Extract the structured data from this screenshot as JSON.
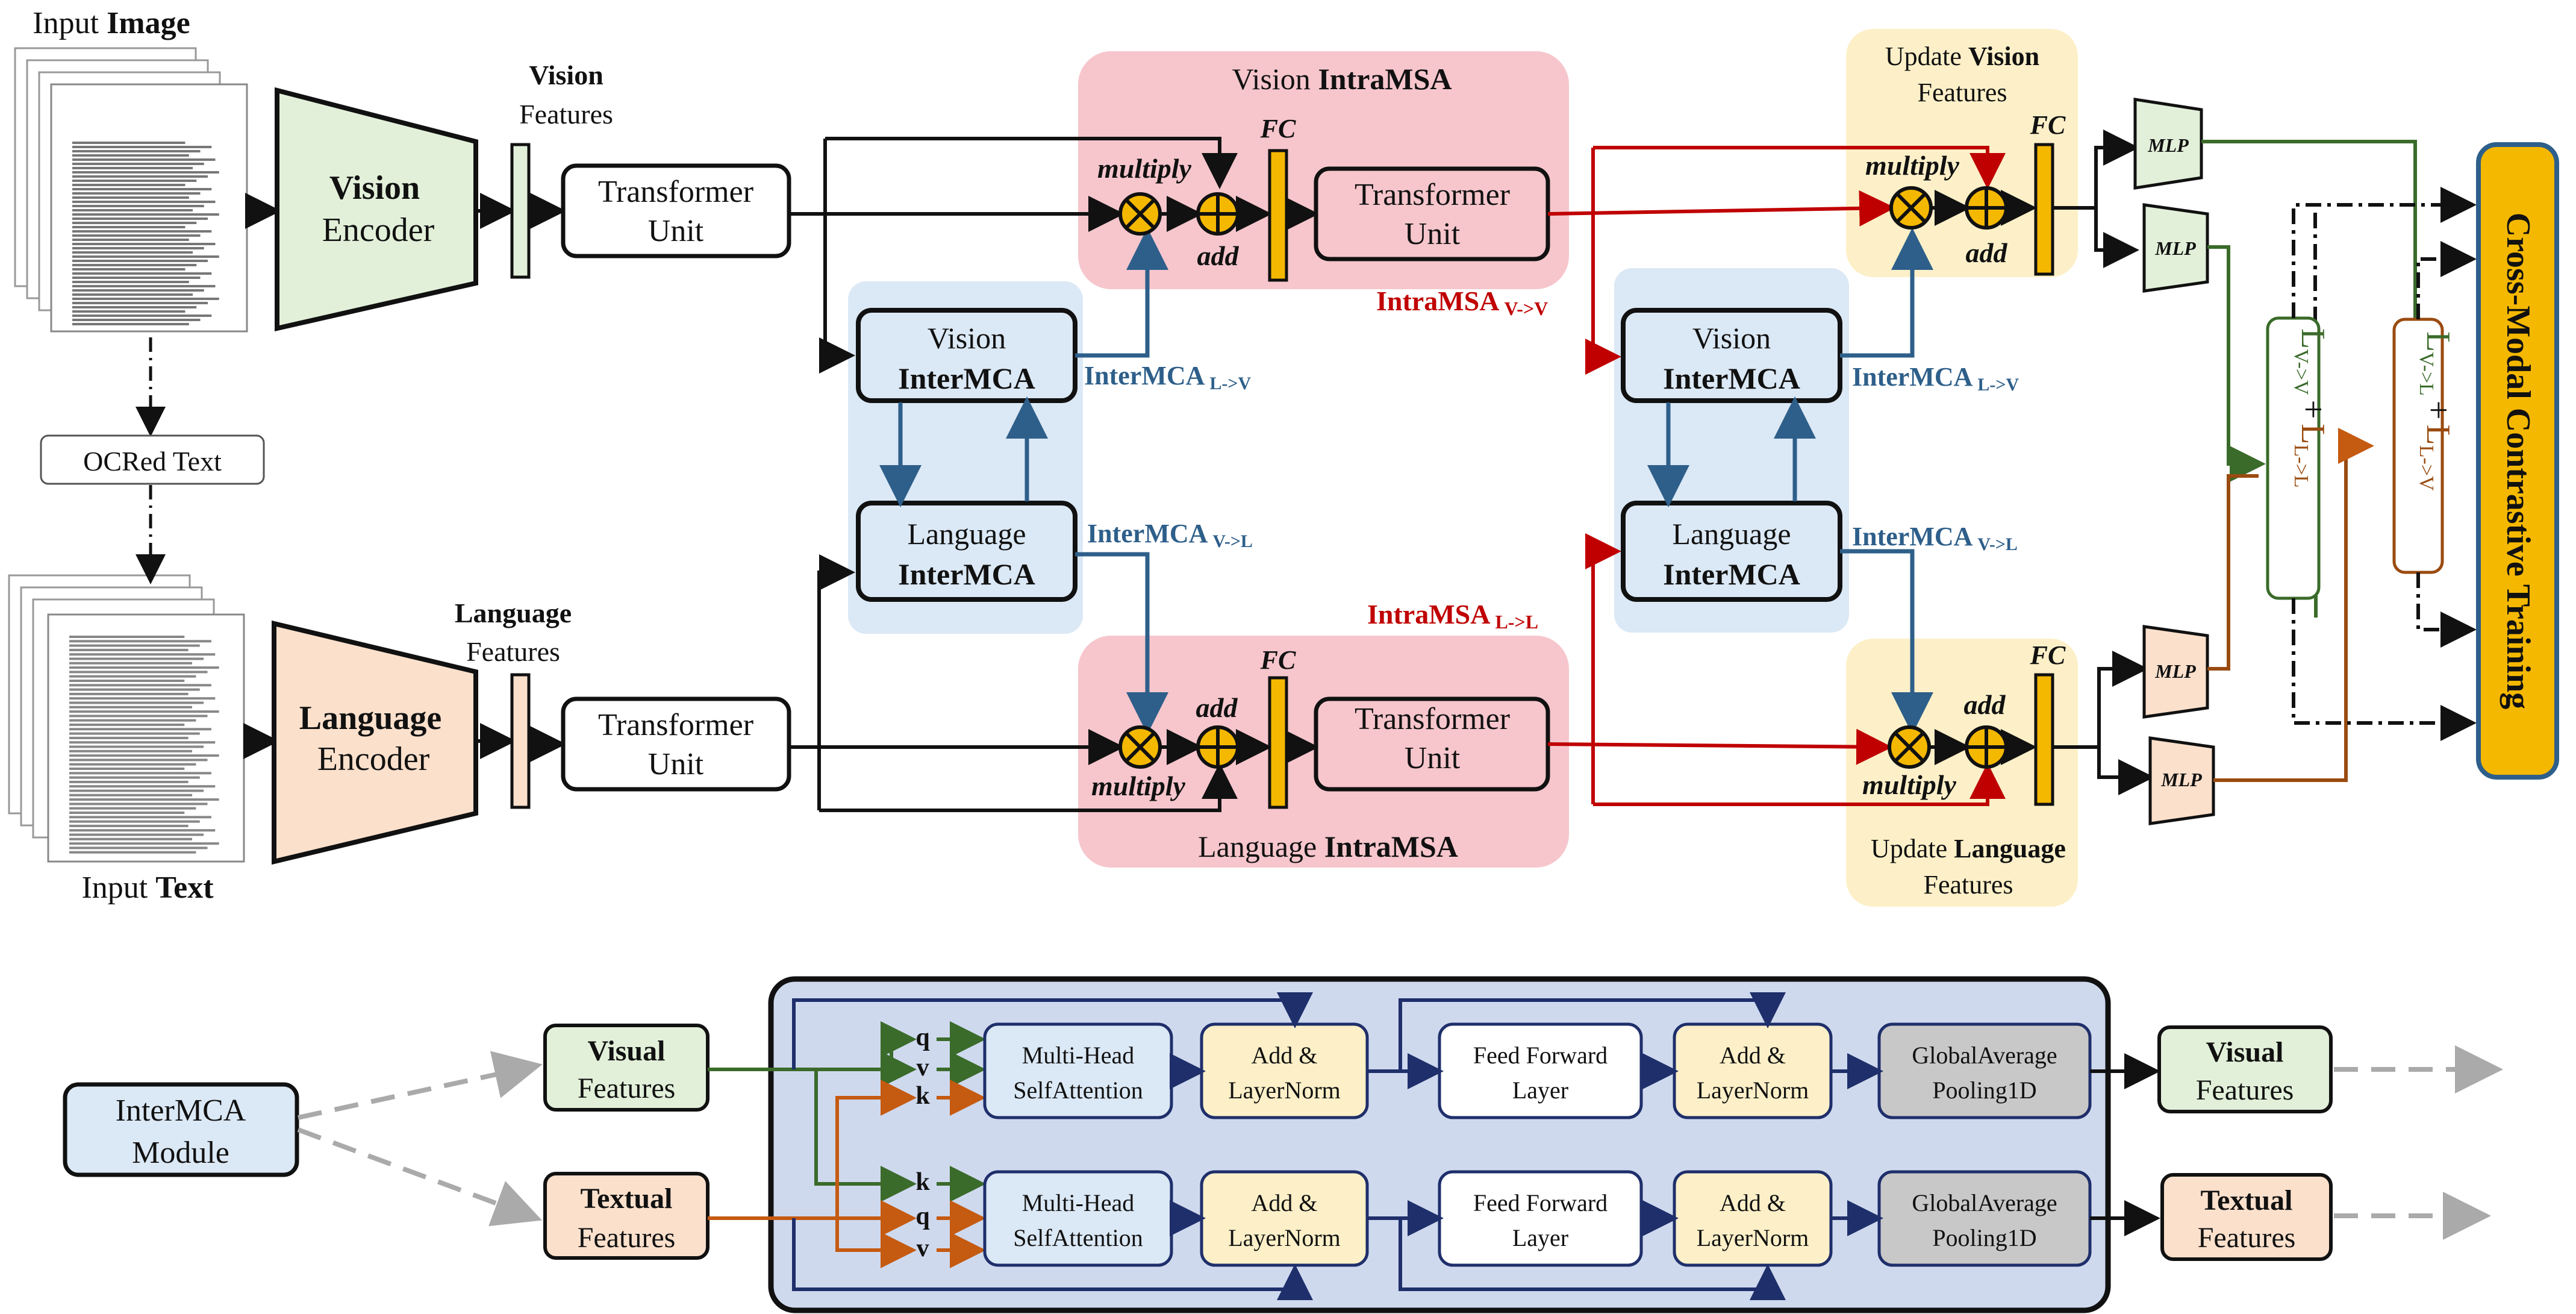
{
  "input": {
    "image_pre": "Input ",
    "image_bold": "Image",
    "text_pre": "Input ",
    "text_bold": "Text",
    "ocr": "OCRed Text"
  },
  "encoders": {
    "vision_bold": "Vision",
    "vision_sub": "Encoder",
    "language_bold": "Language",
    "language_sub": "Encoder"
  },
  "features": {
    "vision_bold": "Vision",
    "vision_sub": "Features",
    "language_bold": "Language",
    "language_sub": "Features"
  },
  "transformer": {
    "line1": "Transformer",
    "line2": "Unit"
  },
  "intramsa": {
    "vision_pre": "Vision ",
    "vision_bold": "IntraMSA",
    "language_pre": "Language ",
    "language_bold": "IntraMSA",
    "label_v": "IntraMSA",
    "label_v_sub": "V->V",
    "label_l": "IntraMSA",
    "label_l_sub": "L->L"
  },
  "intermca": {
    "vision_top": "Vision",
    "vision_bold": "InterMCA",
    "language_top": "Language",
    "language_bold": "InterMCA",
    "lv_label_bold": "Inter",
    "lv_label_rest": "MCA",
    "lv_sub": "L->V",
    "vl_label_bold": "Inter",
    "vl_label_rest": "MCA",
    "vl_sub": "V->L"
  },
  "ops": {
    "multiply": "multiply",
    "add": "add",
    "fc": "FC"
  },
  "update": {
    "vision_pre": "Update ",
    "vision_bold": "Vision",
    "vision_sub": "Features",
    "language_pre": "Update ",
    "language_bold": "Language",
    "language_sub": "Features"
  },
  "mlp": "MLP",
  "losses": {
    "left_a": "L",
    "left_a_sub": "V->V",
    "left_plus": "+",
    "left_b": "L",
    "left_b_sub": "L->L",
    "right_a": "L",
    "right_a_sub": "V->L",
    "right_plus": "+",
    "right_b": "L",
    "right_b_sub": "L->V"
  },
  "cmct": "Cross-Modal Contrastive Training",
  "module": {
    "title_line1": "InterMCA",
    "title_line2": "Module",
    "visual_in_bold": "Visual",
    "visual_in_sub": "Features",
    "textual_in_bold": "Textual",
    "textual_in_sub": "Features",
    "q": "q",
    "k": "k",
    "v": "v",
    "mhsa_line1": "Multi-Head",
    "mhsa_line2": "SelfAttention",
    "addnorm_line1": "Add &",
    "addnorm_line2": "LayerNorm",
    "ff_line1": "Feed Forward",
    "ff_line2": "Layer",
    "gap_line1": "GlobalAverage",
    "gap_line2": "Pooling1D",
    "visual_out_bold": "Visual",
    "visual_out_sub": "Features",
    "textual_out_bold": "Textual",
    "textual_out_sub": "Features"
  },
  "colors": {
    "black": "#111111",
    "red": "#c00000",
    "blue": "#2e5f8a",
    "green": "#3a6b2a",
    "brown": "#9a4b10",
    "orange": "#c55a11",
    "darkblue": "#1f2f6b",
    "pink": "#f6c6cc",
    "lightblue": "#dbe8f5",
    "cream": "#fdf0c8",
    "gold": "#f5b800",
    "mint": "#e2f0d9",
    "peach": "#fbe0cc",
    "module_bg": "#cfd9ee"
  }
}
